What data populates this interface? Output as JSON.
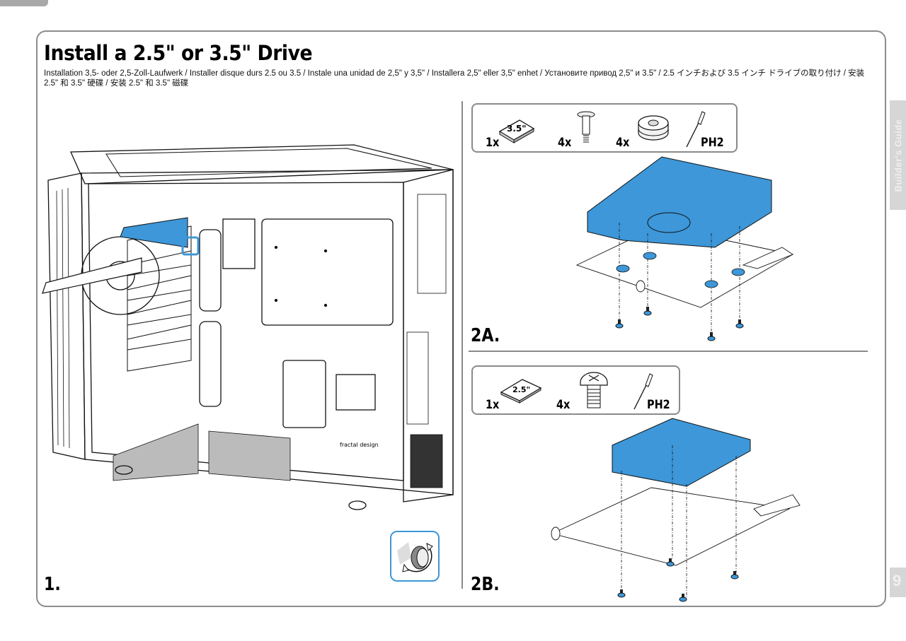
{
  "page": {
    "title": "Install a 2.5\" or 3.5\" Drive",
    "subtitle": "Installation 3,5- oder 2,5-Zoll-Laufwerk / Installer disque durs 2.5 ou 3.5 / Instale una unidad de 2,5\" y 3,5\" / Installera 2,5\" eller 3,5\" enhet / Установите привод 2,5\" и 3.5\" / 2.5 インチおよび 3.5 インチ ドライブの取り付け / 安装 2.5\" 和 3.5\"  硬碟 / 安装 2.5\" 和 3.5\" 磁碟",
    "side_tab_label": "Builder's Guide",
    "side_tab_bottom_label": "9",
    "accent_color": "#3d97d8"
  },
  "steps": {
    "step1": {
      "label": "1."
    },
    "step2a": {
      "label": "2A.",
      "parts": [
        {
          "qty": "1x",
          "item": "3.5-inch-drive",
          "item_label": "3.5\""
        },
        {
          "qty": "4x",
          "item": "shoulder-screw"
        },
        {
          "qty": "4x",
          "item": "rubber-grommet"
        },
        {
          "qty": "",
          "item": "screwdriver",
          "item_label": "PH2"
        }
      ]
    },
    "step2b": {
      "label": "2B.",
      "parts": [
        {
          "qty": "1x",
          "item": "2.5-inch-drive",
          "item_label": "2.5\""
        },
        {
          "qty": "4x",
          "item": "screw"
        },
        {
          "qty": "",
          "item": "screwdriver",
          "item_label": "PH2"
        }
      ]
    }
  },
  "illustration": {
    "brand_mark": "fractal design"
  }
}
